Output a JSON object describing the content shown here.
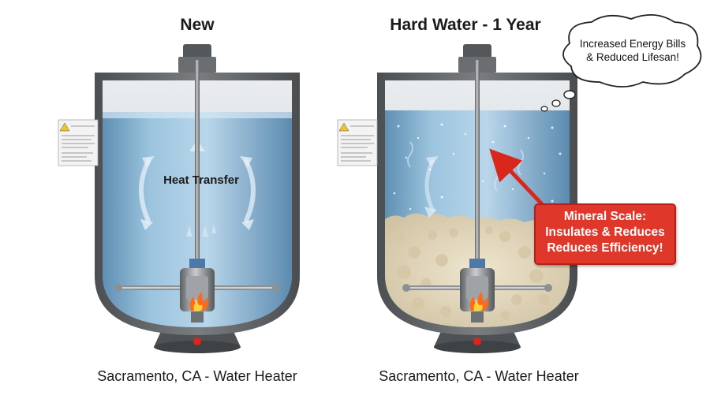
{
  "panels": {
    "left": {
      "title": "New",
      "label": "Heat Transfer",
      "caption": "Sacramento, CA - Water Heater"
    },
    "right": {
      "title": "Hard Water - 1 Year",
      "callout_lines": [
        "Mineral Scale:",
        "Insulates & Reduces",
        "Reduces Efficiency!"
      ],
      "thought_lines": [
        "Increased Energy Bills",
        "& Reduced Lifesan!"
      ],
      "caption": "Sacramento, CA - Water Heater"
    }
  },
  "colors": {
    "water": "#8fb9d6",
    "tank_shell": "#5f6265",
    "scale": "#e6dcc3",
    "callout": "#e0372b",
    "flame": "#ff6a1a"
  }
}
